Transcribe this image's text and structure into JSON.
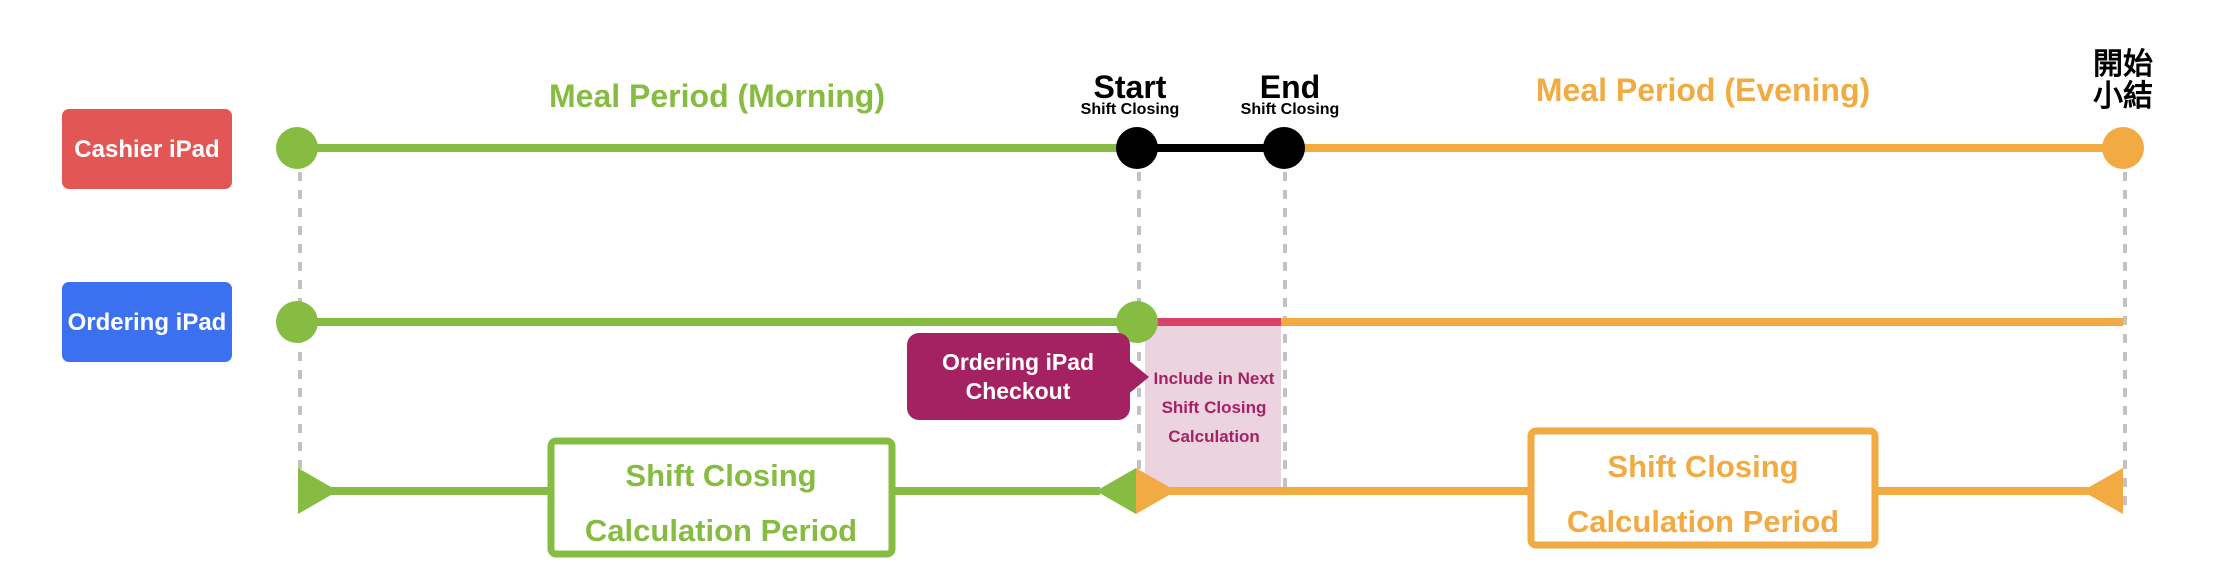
{
  "colors": {
    "green": "#87bc42",
    "orange": "#f2ab42",
    "black": "#000000",
    "cashier": "#e35656",
    "ordering": "#3b71f0",
    "callout": "#a52262",
    "pink_line": "#dc4169",
    "pink_band": "#ecd3e0",
    "dash": "#c2c2c2"
  },
  "lanes": [
    {
      "label": "Cashier iPad"
    },
    {
      "label": "Ordering iPad"
    }
  ],
  "periods": {
    "morning": "Meal Period (Morning)",
    "evening": "Meal Period (Evening)"
  },
  "markers": {
    "start": {
      "title": "Start",
      "subtitle": "Shift Closing"
    },
    "end": {
      "title": "End",
      "subtitle": "Shift Closing"
    },
    "begin_summary": {
      "line1": "開始",
      "line2": "小結"
    }
  },
  "callout": {
    "line1": "Ordering iPad",
    "line2": "Checkout"
  },
  "pink_note": {
    "line1": "Include in Next",
    "line2": "Shift Closing",
    "line3": "Calculation"
  },
  "calc_periods": [
    {
      "line1": "Shift Closing",
      "line2": "Calculation Period"
    },
    {
      "line1": "Shift Closing",
      "line2": "Calculation Period"
    }
  ]
}
